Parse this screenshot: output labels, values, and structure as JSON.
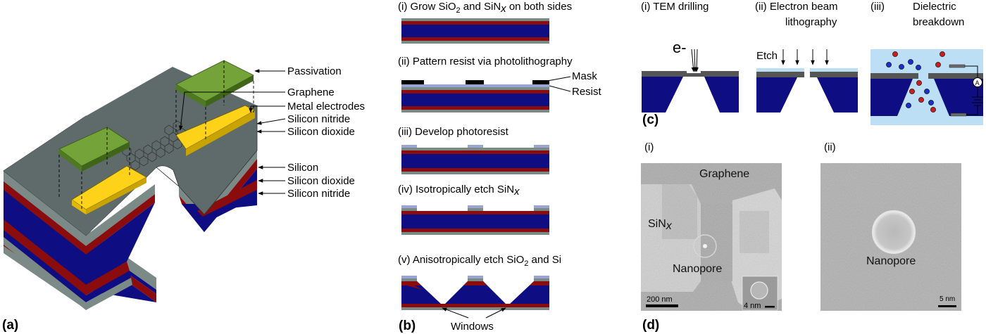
{
  "colors": {
    "silicon": "#0e0e82",
    "silicon_dioxide": "#8b0c0c",
    "silicon_nitride": "#7b8a86",
    "top_surface": "#5f6b6b",
    "passivation": "#74a33a",
    "electrode": "#ffd21a",
    "resist": "#9aa5d2",
    "mask": "#000000",
    "electrolyte": "#bcdff6",
    "ion_red": "#c81e1e",
    "ion_blue": "#1c2fc8"
  },
  "panel_a": {
    "panel_label": "(a)",
    "labels": {
      "passivation": "Passivation",
      "graphene": "Graphene",
      "metal_electrodes": "Metal electrodes",
      "silicon_nitride_top": "Silicon nitride",
      "silicon_dioxide_top": "Silicon dioxide",
      "silicon": "Silicon",
      "silicon_dioxide_bottom": "Silicon dioxide",
      "silicon_nitride_bottom": "Silicon nitride"
    }
  },
  "panel_b": {
    "panel_label": "(b)",
    "steps": {
      "s1_prefix": "(i) Grow SiO",
      "s1_sub": "2",
      "s1_mid": " and SiN",
      "s1_x": "x",
      "s1_suffix": " on both sides",
      "s2": "(ii) Pattern resist via photolithography",
      "s3": "(iii) Develop photoresist",
      "s4_prefix": "(iv) Isotropically etch SiN",
      "s4_x": "x",
      "s5_prefix": "(v) Anisotropically etch SiO",
      "s5_sub": "2",
      "s5_suffix": " and Si"
    },
    "mask_label": "Mask",
    "resist_label": "Resist",
    "windows_label": "Windows"
  },
  "panel_c": {
    "panel_label": "(c)",
    "methods": {
      "m1": "(i)  TEM drilling",
      "m2_line1": "(ii) Electron beam",
      "m2_line2": "lithography",
      "m3_num": "(iii)",
      "m3_line1": "Dielectric",
      "m3_line2": "breakdown"
    },
    "electron_label": "e-",
    "etch_label": "Etch",
    "ammeter_label": "A"
  },
  "panel_d": {
    "panel_label": "(d)",
    "sub_i": "(i)",
    "sub_ii": "(ii)",
    "graphene_label": "Graphene",
    "sinx_prefix": "SiN",
    "sinx_x": "x",
    "nanopore_label_i": "Nanopore",
    "nanopore_label_ii": "Nanopore",
    "scale_main": "200 nm",
    "scale_inset": "4 nm",
    "scale_ii": "5 nm"
  }
}
